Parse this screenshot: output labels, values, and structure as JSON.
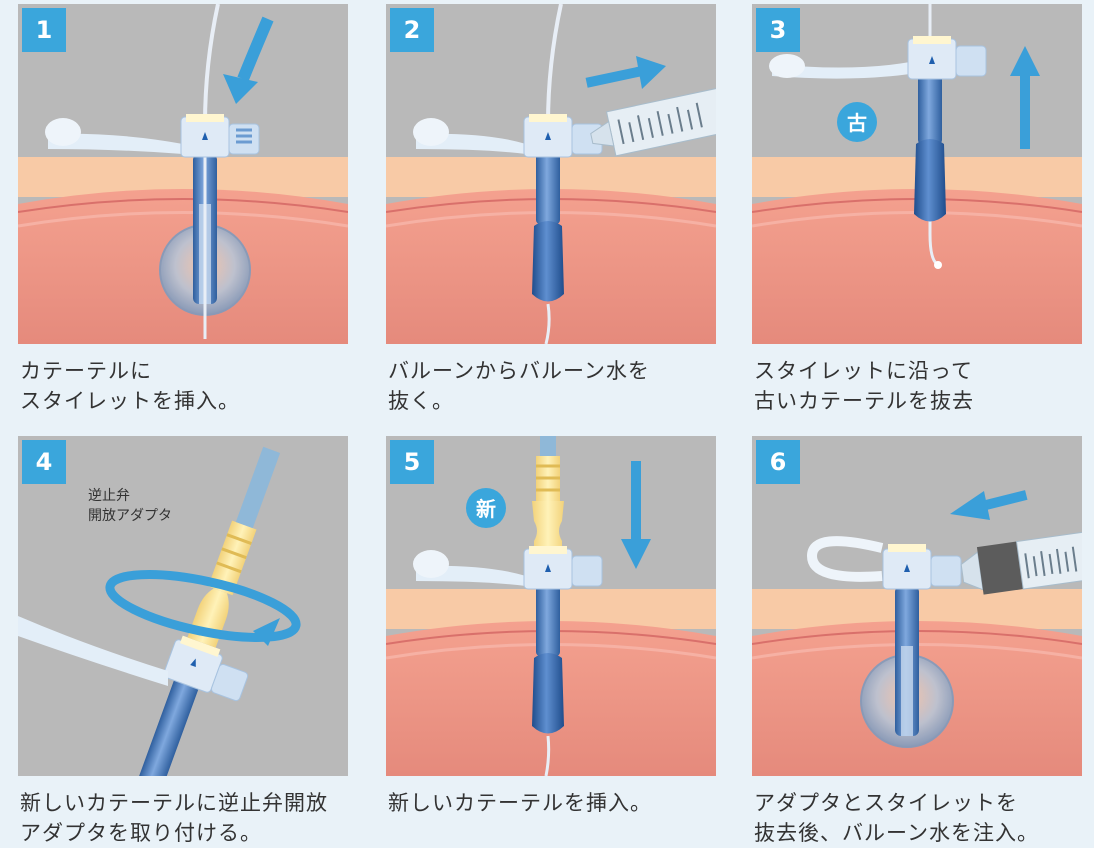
{
  "colors": {
    "background": "#e9f2f8",
    "panel_gray": "#b9b9b9",
    "skin": "#f8caa6",
    "tissue": "#e3837d",
    "number_badge": "#3aa6dc",
    "arrow": "#3a9fd9",
    "tube": "#4a7bbf"
  },
  "steps": [
    {
      "number": "1",
      "caption_line1": "カテーテルに",
      "caption_line2": "スタイレットを挿入。"
    },
    {
      "number": "2",
      "caption_line1": "バルーンからバルーン水を",
      "caption_line2": "抜く。"
    },
    {
      "number": "3",
      "caption_line1": "スタイレットに沿って",
      "caption_line2": "古いカテーテルを抜去",
      "badge": "古"
    },
    {
      "number": "4",
      "caption_line1": "新しいカテーテルに逆止弁開放",
      "caption_line2": "アダプタを取り付ける。",
      "label_line1": "逆止弁",
      "label_line2": "開放アダプタ"
    },
    {
      "number": "5",
      "caption_line1": "新しいカテーテルを挿入。",
      "caption_line2": "",
      "badge": "新"
    },
    {
      "number": "6",
      "caption_line1": "アダプタとスタイレットを",
      "caption_line2": "抜去後、バルーン水を注入。"
    }
  ]
}
